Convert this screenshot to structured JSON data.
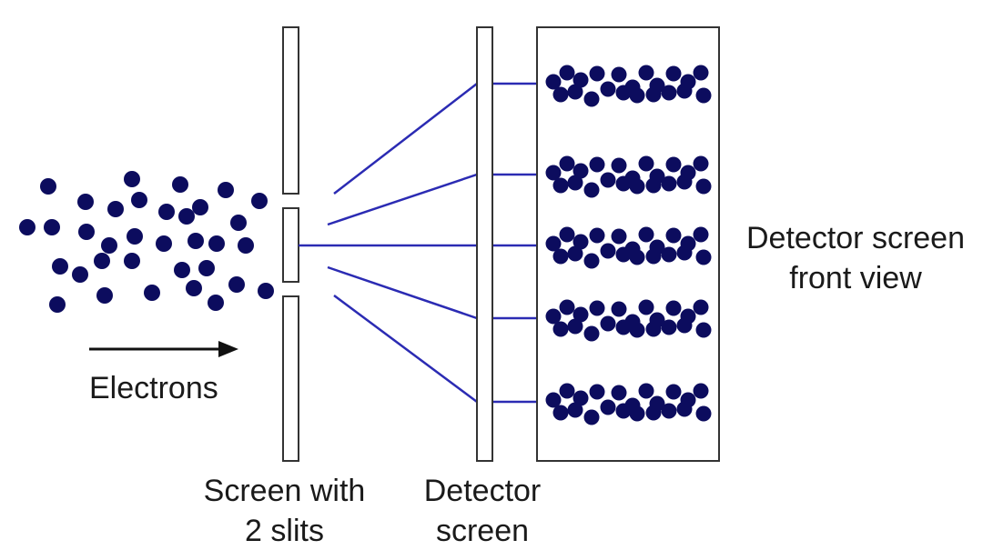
{
  "labels": {
    "electrons": "Electrons",
    "slit_screen_line1": "Screen with",
    "slit_screen_line2": "2 slits",
    "detector_line1": "Detector",
    "detector_line2": "screen",
    "front_view_line1": "Detector screen",
    "front_view_line2": "front view"
  },
  "colors": {
    "electron": "#0c0c5e",
    "ray": "#2b2bb3",
    "outline": "#333333"
  },
  "electron_count": 34,
  "band_count": 5
}
